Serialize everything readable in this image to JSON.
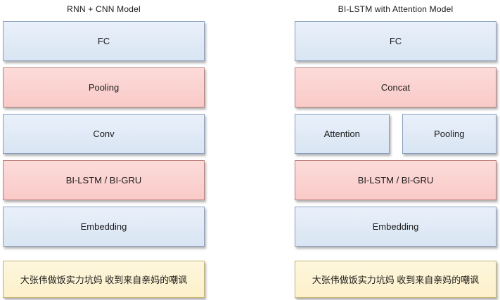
{
  "colors": {
    "blue_fill": "#d9e5f3",
    "blue_fill_top": "#e9f0fa",
    "blue_border": "#8ba0bf",
    "pink_fill": "#f9cac8",
    "pink_fill_top": "#fcdbd9",
    "pink_border": "#bc7e7a",
    "yellow_fill": "#fdf1ca",
    "yellow_fill_top": "#fdf6dd",
    "yellow_border": "#c4b271",
    "text": "#1b1b1b"
  },
  "diagrams": [
    {
      "title": "RNN + CNN Model",
      "blocks": {
        "fc": {
          "label": "FC"
        },
        "pooling": {
          "label": "Pooling"
        },
        "conv": {
          "label": "Conv"
        },
        "bilstm": {
          "label": "BI-LSTM / BI-GRU"
        },
        "embedding": {
          "label": "Embedding"
        },
        "input": {
          "label": "大张伟做饭实力坑妈 收到来自亲妈的嘲讽"
        }
      }
    },
    {
      "title": "BI-LSTM with Attention Model",
      "blocks": {
        "fc": {
          "label": "FC"
        },
        "concat": {
          "label": "Concat"
        },
        "attention": {
          "label": "Attention"
        },
        "pooling": {
          "label": "Pooling"
        },
        "bilstm": {
          "label": "BI-LSTM / BI-GRU"
        },
        "embedding": {
          "label": "Embedding"
        },
        "input": {
          "label": "大张伟做饭实力坑妈 收到来自亲妈的嘲讽"
        }
      }
    }
  ]
}
